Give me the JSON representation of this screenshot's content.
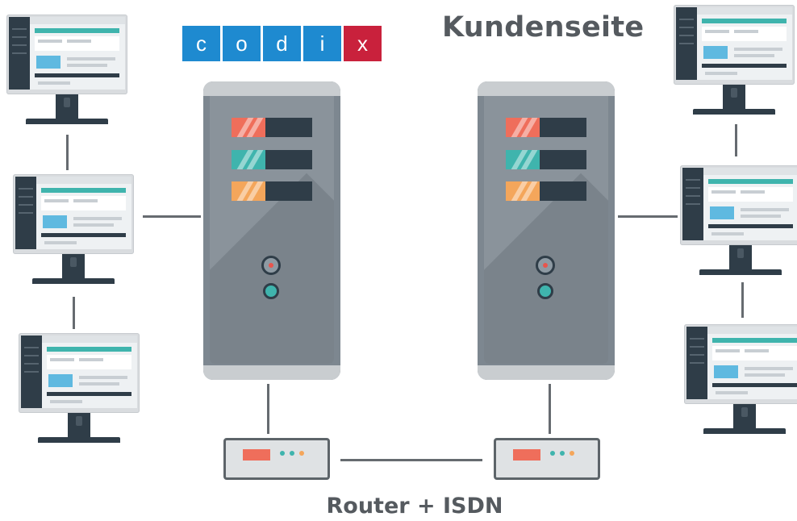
{
  "logo": {
    "letters": [
      "c",
      "o",
      "d",
      "i",
      "x"
    ]
  },
  "labels": {
    "title": "Kundenseite",
    "caption": "Router + ISDN"
  },
  "colors": {
    "logo_blue": "#1e8ad0",
    "logo_red": "#c9213c",
    "server_slot_red": "#ef6e5b",
    "server_slot_teal": "#3fb4ad",
    "server_slot_orange": "#f4a65b",
    "line": "#666b70",
    "text": "#555a5f"
  },
  "icons": {
    "workstation": "monitor-icon",
    "server": "server-tower-icon",
    "router": "router-icon"
  }
}
